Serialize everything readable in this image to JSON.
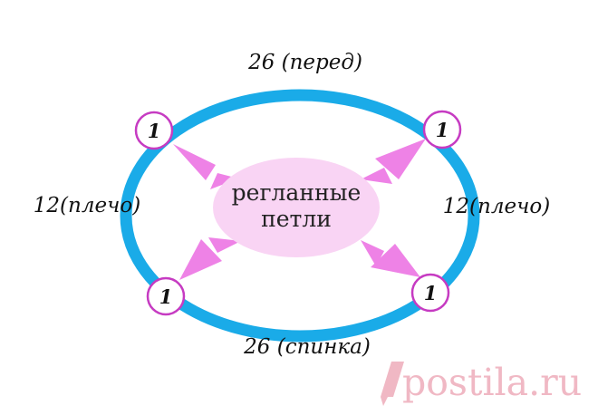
{
  "colors": {
    "ring": "#1aabe8",
    "arrow": "#ee82e6",
    "center_fill": "#f9d4f4",
    "node_stroke": "#c63bc2",
    "node_fill": "#ffffff",
    "watermark": "#f0b8c4"
  },
  "labels": {
    "top": "26 (перед)",
    "bottom": "26 (спинка)",
    "left": "12(плечо)",
    "right": "12(плечо)"
  },
  "center": {
    "line1": "регланные",
    "line2": "петли"
  },
  "nodes": {
    "top_left": "1",
    "top_right": "1",
    "bottom_left": "1",
    "bottom_right": "1"
  },
  "watermark": {
    "icon": "pencil-icon",
    "text": "postila.ru"
  }
}
